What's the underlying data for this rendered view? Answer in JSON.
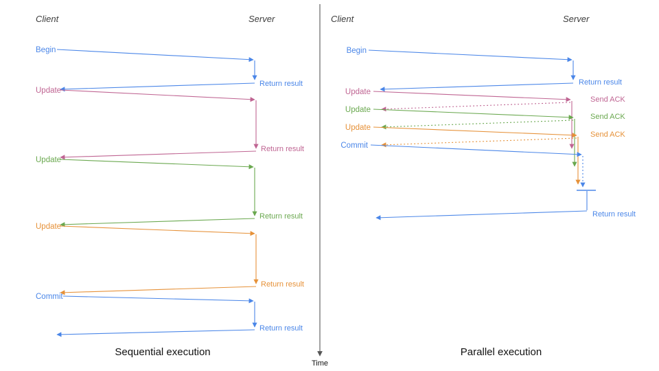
{
  "time_label": "Time",
  "colors": {
    "blue": "#4a86e8",
    "pink": "#bf6492",
    "green": "#6aa84f",
    "orange": "#e69138",
    "axis": "#555555",
    "caption_text": "#111111"
  },
  "left": {
    "client": "Client",
    "server": "Server",
    "caption": "Sequential execution",
    "steps": [
      {
        "label": "Begin",
        "result": "Return result"
      },
      {
        "label": "Update",
        "result": "Return result"
      },
      {
        "label": "Update",
        "result": "Return result"
      },
      {
        "label": "Update",
        "result": "Return result"
      },
      {
        "label": "Commit",
        "result": "Return result"
      }
    ]
  },
  "right": {
    "client": "Client",
    "server": "Server",
    "caption": "Parallel execution",
    "steps": [
      {
        "label": "Begin",
        "result": "Return result"
      },
      {
        "label": "Update",
        "result": "Send ACK"
      },
      {
        "label": "Update",
        "result": "Send ACK"
      },
      {
        "label": "Update",
        "result": "Send ACK"
      },
      {
        "label": "Commit"
      }
    ],
    "final_result": "Return result"
  }
}
